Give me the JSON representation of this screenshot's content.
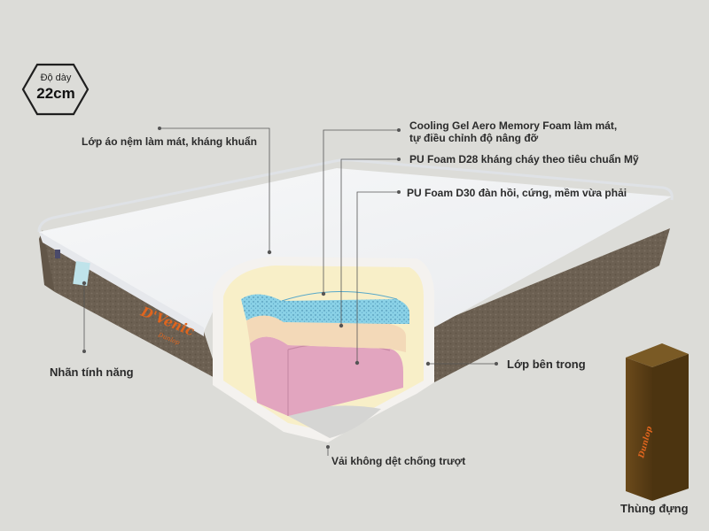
{
  "badge": {
    "line1": "Độ dày",
    "line2": "22cm"
  },
  "callouts": {
    "cover": "Lớp áo nệm làm mát, kháng khuẩn",
    "gel_line1": "Cooling Gel Aero Memory Foam làm mát,",
    "gel_line2": "tự điều chỉnh độ nâng đỡ",
    "pu28": "PU Foam D28 kháng cháy theo tiêu chuẩn Mỹ",
    "pu30": "PU Foam D30 đàn hồi, cứng, mềm vừa phải",
    "feature_tag": "Nhãn tính năng",
    "inner_layer": "Lớp bên trong",
    "bottom_fabric": "Vải không dệt chống trượt"
  },
  "brand": {
    "script": "D'Venic",
    "sub": "Dunlop"
  },
  "box": {
    "logo": "Dunlop",
    "caption": "Thùng đựng"
  },
  "colors": {
    "background": "#dcdcd8",
    "cover_top": "#f2f3f4",
    "side_fabric": "#6b5f51",
    "brand_text": "#e0651e",
    "gel_layer": "#8ad1e6",
    "pu28_layer": "#f3d9b8",
    "pu30_layer": "#e2a5bf",
    "box_body": "#5a3d14"
  }
}
